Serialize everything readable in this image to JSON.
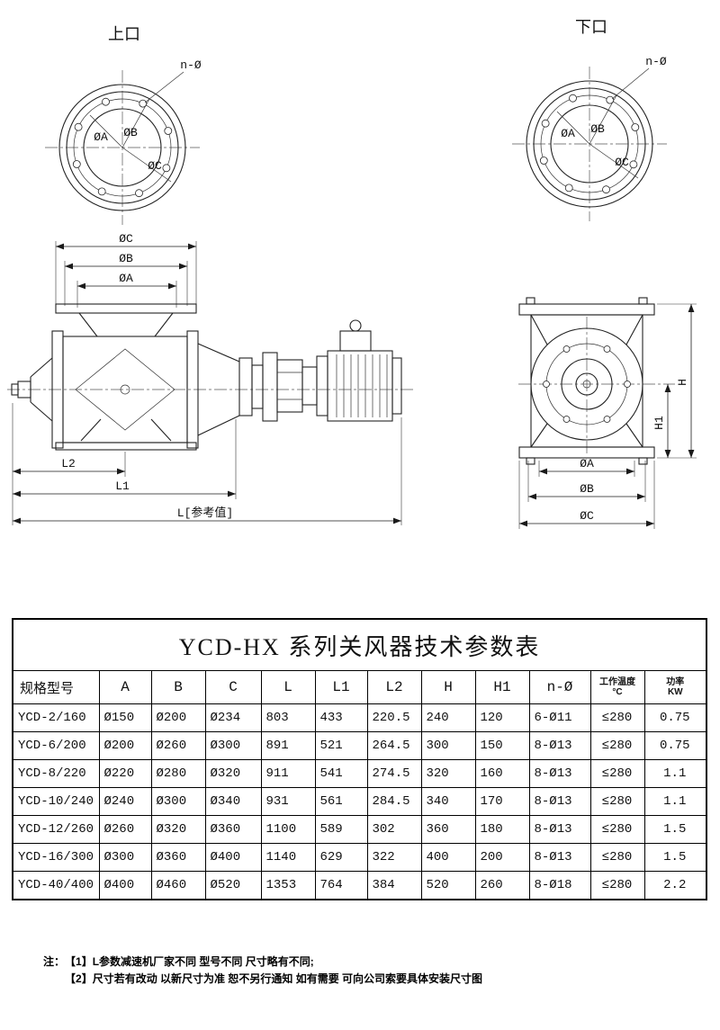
{
  "colors": {
    "ink": "#1a1a1a",
    "paper": "#ffffff"
  },
  "drawings": {
    "flange_left": {
      "title": "上口",
      "bolt_label": "n-Ø",
      "dim_a": "ØA",
      "dim_b": "ØB",
      "dim_c": "ØC"
    },
    "flange_right": {
      "title": "下口",
      "bolt_label": "n-Ø",
      "dim_a": "ØA",
      "dim_b": "ØB",
      "dim_c": "ØC"
    },
    "side_view": {
      "dim_c": "ØC",
      "dim_b": "ØB",
      "dim_a": "ØA",
      "dim_l2": "L2",
      "dim_l1": "L1",
      "dim_l_ref": "L[参考值]"
    },
    "front_view": {
      "dim_h": "H",
      "dim_h1": "H1",
      "dim_a": "ØA",
      "dim_b": "ØB",
      "dim_c": "ØC"
    }
  },
  "table": {
    "title": "YCD-HX 系列关风器技术参数表",
    "headers": [
      "规格型号",
      "A",
      "B",
      "C",
      "L",
      "L1",
      "L2",
      "H",
      "H1",
      "n-Ø"
    ],
    "temp_header": {
      "line1": "工作温度",
      "line2": "°C"
    },
    "power_header": {
      "line1": "功率",
      "line2": "KW"
    },
    "rows": [
      [
        "YCD-2/160",
        "Ø150",
        "Ø200",
        "Ø234",
        "803",
        "433",
        "220.5",
        "240",
        "120",
        "6-Ø11",
        "≤280",
        "0.75"
      ],
      [
        "YCD-6/200",
        "Ø200",
        "Ø260",
        "Ø300",
        "891",
        "521",
        "264.5",
        "300",
        "150",
        "8-Ø13",
        "≤280",
        "0.75"
      ],
      [
        "YCD-8/220",
        "Ø220",
        "Ø280",
        "Ø320",
        "911",
        "541",
        "274.5",
        "320",
        "160",
        "8-Ø13",
        "≤280",
        "1.1"
      ],
      [
        "YCD-10/240",
        "Ø240",
        "Ø300",
        "Ø340",
        "931",
        "561",
        "284.5",
        "340",
        "170",
        "8-Ø13",
        "≤280",
        "1.1"
      ],
      [
        "YCD-12/260",
        "Ø260",
        "Ø320",
        "Ø360",
        "1100",
        "589",
        "302",
        "360",
        "180",
        "8-Ø13",
        "≤280",
        "1.5"
      ],
      [
        "YCD-16/300",
        "Ø300",
        "Ø360",
        "Ø400",
        "1140",
        "629",
        "322",
        "400",
        "200",
        "8-Ø13",
        "≤280",
        "1.5"
      ],
      [
        "YCD-40/400",
        "Ø400",
        "Ø460",
        "Ø520",
        "1353",
        "764",
        "384",
        "520",
        "260",
        "8-Ø18",
        "≤280",
        "2.2"
      ]
    ]
  },
  "notes": {
    "label": "注：",
    "items": [
      "【1】L参数减速机厂家不同 型号不同 尺寸略有不同;",
      "【2】尺寸若有改动 以新尺寸为准 恕不另行通知 如有需要 可向公司索要具体安装尺寸图"
    ]
  }
}
